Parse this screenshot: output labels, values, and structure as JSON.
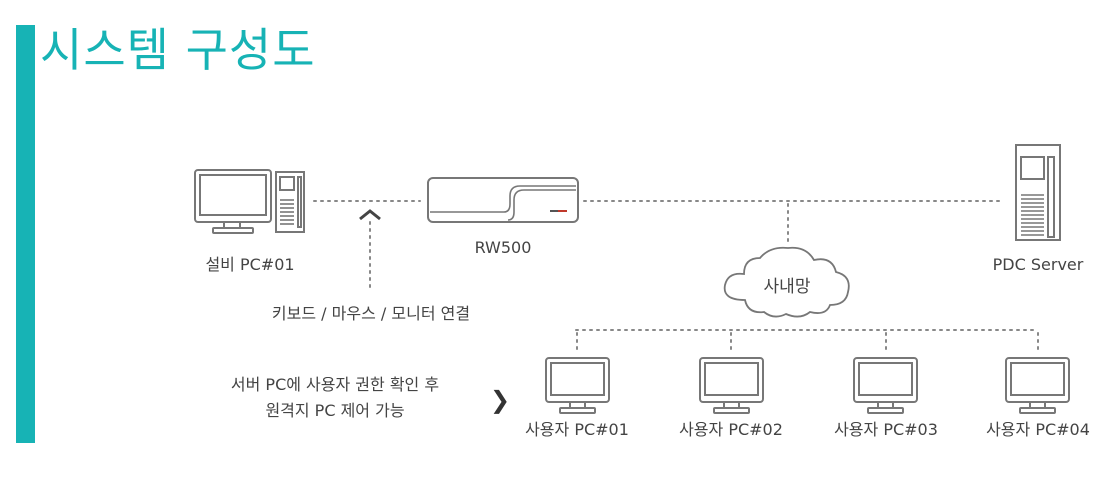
{
  "title": "시스템 구성도",
  "colors": {
    "accent": "#17b3b5",
    "line": "#888888",
    "text": "#444444",
    "icon": "#777777"
  },
  "nodes": {
    "equipment_pc": {
      "label": "설비 PC#01",
      "icon": "desktop-tower-icon"
    },
    "rw500": {
      "label": "RW500",
      "icon": "kvm-device-icon",
      "brand_mark": "logo"
    },
    "pdc_server": {
      "label": "PDC Server",
      "icon": "server-tower-icon"
    },
    "intranet": {
      "label": "사내망",
      "icon": "cloud-icon"
    },
    "user_pcs": [
      {
        "label": "사용자 PC#01",
        "icon": "monitor-icon"
      },
      {
        "label": "사용자 PC#02",
        "icon": "monitor-icon"
      },
      {
        "label": "사용자 PC#03",
        "icon": "monitor-icon"
      },
      {
        "label": "사용자 PC#04",
        "icon": "monitor-icon"
      }
    ]
  },
  "annotations": {
    "kvm_connection": "키보드 / 마우스 / 모니터 연결",
    "remote_control_line1": "서버 PC에 사용자 권한 확인 후",
    "remote_control_line2": "원격지 PC 제어 가능",
    "arrow": "❯"
  }
}
